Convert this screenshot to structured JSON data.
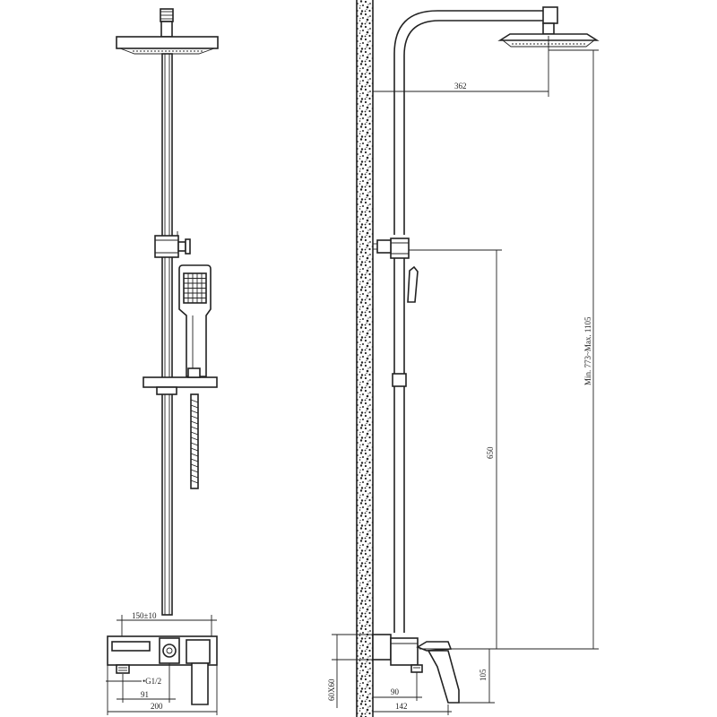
{
  "drawing": {
    "front_view": {
      "dim_rail_centers": "150±10",
      "dim_thread": "•G1/2",
      "dim_outlet_offset": "91",
      "dim_mixer_width": "200"
    },
    "side_view": {
      "dim_arm_reach": "362",
      "dim_height_range": "Min. 773~Max. 1105",
      "dim_slider_height": "650",
      "dim_spout_height": "105",
      "dim_bracket_size": "60X60",
      "dim_pipe_offset": "90",
      "dim_mixer_depth": "142"
    }
  }
}
